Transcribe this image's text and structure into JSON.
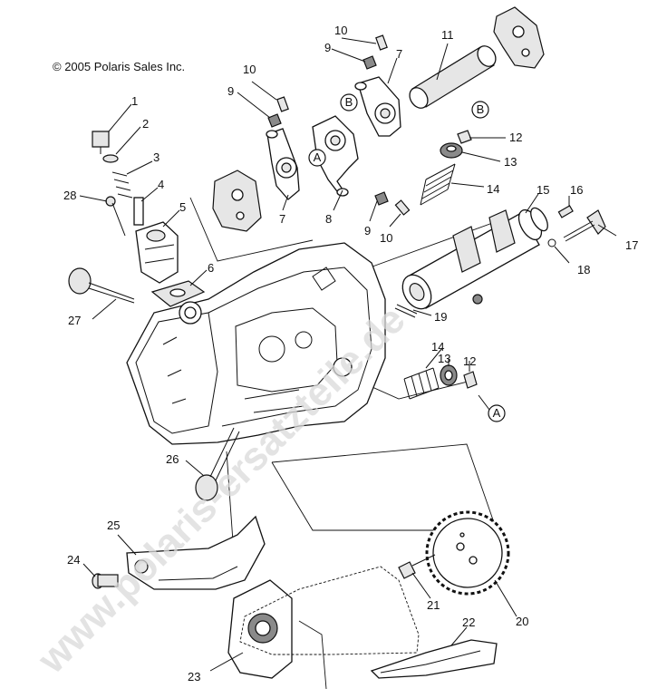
{
  "copyright": "© 2005 Polaris Sales Inc.",
  "watermark": "www.polaris-ersatzteile.de",
  "markers": {
    "a": "A",
    "b": "B"
  },
  "callouts": {
    "n1": "1",
    "n2": "2",
    "n3": "3",
    "n4": "4",
    "n5": "5",
    "n6": "6",
    "n7a": "7",
    "n7b": "7",
    "n8": "8",
    "n9a": "9",
    "n9b": "9",
    "n9c": "9",
    "n10a": "10",
    "n10b": "10",
    "n10c": "10",
    "n11": "11",
    "n12a": "12",
    "n12b": "12",
    "n13a": "13",
    "n13b": "13",
    "n14a": "14",
    "n14b": "14",
    "n15": "15",
    "n16": "16",
    "n17": "17",
    "n18": "18",
    "n19": "19",
    "n20": "20",
    "n21": "21",
    "n22": "22",
    "n23": "23",
    "n24": "24",
    "n25": "25",
    "n26": "26",
    "n27": "27",
    "n28": "28"
  }
}
